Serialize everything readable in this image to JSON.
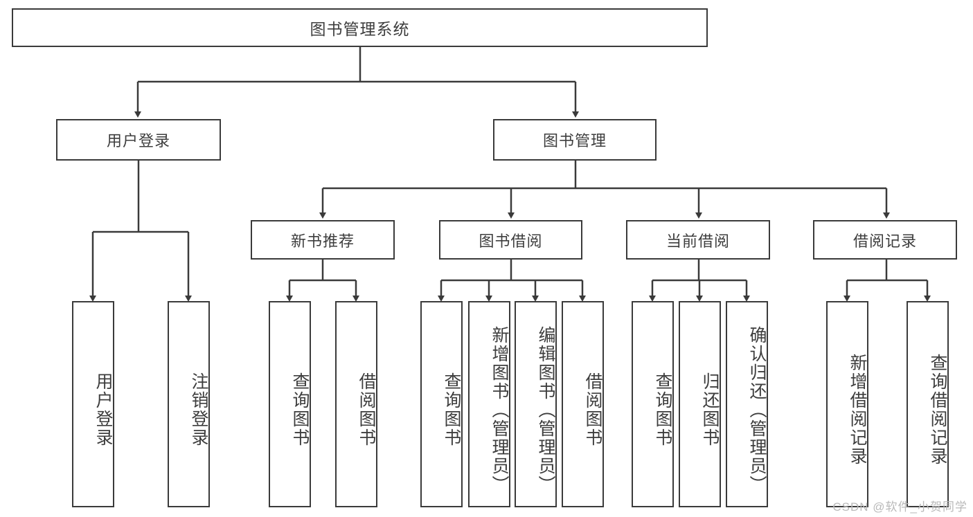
{
  "diagram": {
    "title": "图书管理系统",
    "watermark": "CSDN @软件_小贺同学",
    "line_color": "#3a3a3a",
    "box_fill": "#ffffff",
    "text_color": "#3d3d3d",
    "watermark_color": "#b9b9b9"
  },
  "root": {
    "label": "图书管理系统"
  },
  "level1": [
    {
      "label": "用户登录"
    },
    {
      "label": "图书管理"
    }
  ],
  "level2": [
    {
      "label": "新书推荐"
    },
    {
      "label": "图书借阅"
    },
    {
      "label": "当前借阅"
    },
    {
      "label": "借阅记录"
    }
  ],
  "leaves": {
    "user_login": [
      {
        "label": "用户登录"
      },
      {
        "label": "注销登录"
      }
    ],
    "new_book_recommend": [
      {
        "label": "查询图书"
      },
      {
        "label": "借阅图书"
      }
    ],
    "book_borrow": [
      {
        "label": "查询图书"
      },
      {
        "label": "新增图书（管理员）"
      },
      {
        "label": "编辑图书（管理员）"
      },
      {
        "label": "借阅图书"
      }
    ],
    "current_borrow": [
      {
        "label": "查询图书"
      },
      {
        "label": "归还图书"
      },
      {
        "label": "确认归还（管理员）"
      }
    ],
    "borrow_record": [
      {
        "label": "新增借阅记录"
      },
      {
        "label": "查询借阅记录"
      }
    ]
  }
}
